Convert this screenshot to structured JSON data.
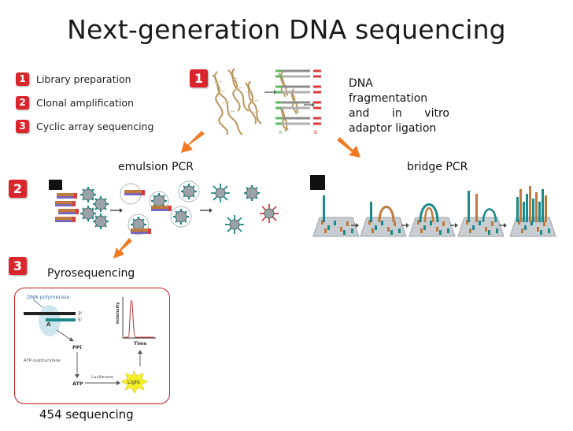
{
  "title": "Next-generation DNA sequencing",
  "steps": [
    {
      "number": "1",
      "label": "Library preparation"
    },
    {
      "number": "2",
      "label": "Clonal amplification"
    },
    {
      "number": "3",
      "label": "Cyclic array sequencing"
    }
  ],
  "section_badges": {
    "one": "1",
    "two": "2",
    "three": "3"
  },
  "library": {
    "description_lines": [
      "DNA",
      "fragmentation"
    ],
    "description_justified": [
      "and",
      "in",
      "vitro"
    ],
    "description_last": "adaptor ligation",
    "adaptor_labels": {
      "a": "A",
      "b": "B"
    }
  },
  "emulsion_pcr": {
    "label": "emulsion PCR"
  },
  "bridge_pcr": {
    "label": "bridge PCR"
  },
  "pyrosequencing": {
    "label": "Pyrosequencing",
    "caption": "454 sequencing",
    "dna_polymerase": "DNA polymerase",
    "strand_3": "3'",
    "strand_5": "5'",
    "base": "A",
    "ppi": "PPi",
    "atp_sulphurylase": "ATP-sulphurylase",
    "atp": "ATP",
    "luciferase": "Luciferase",
    "light": "Light",
    "intensity": "Intensity",
    "time": "Time"
  },
  "colors": {
    "badge_red": "#d8262c",
    "arrow_orange": "#f07a22",
    "strand_green": "#5cb85c",
    "strand_gray": "#8c8c8c",
    "strand_red": "#d83a3a",
    "bead_gray": "#9aa3a8",
    "teal": "#1c8a8a",
    "copper": "#c07a3c"
  }
}
